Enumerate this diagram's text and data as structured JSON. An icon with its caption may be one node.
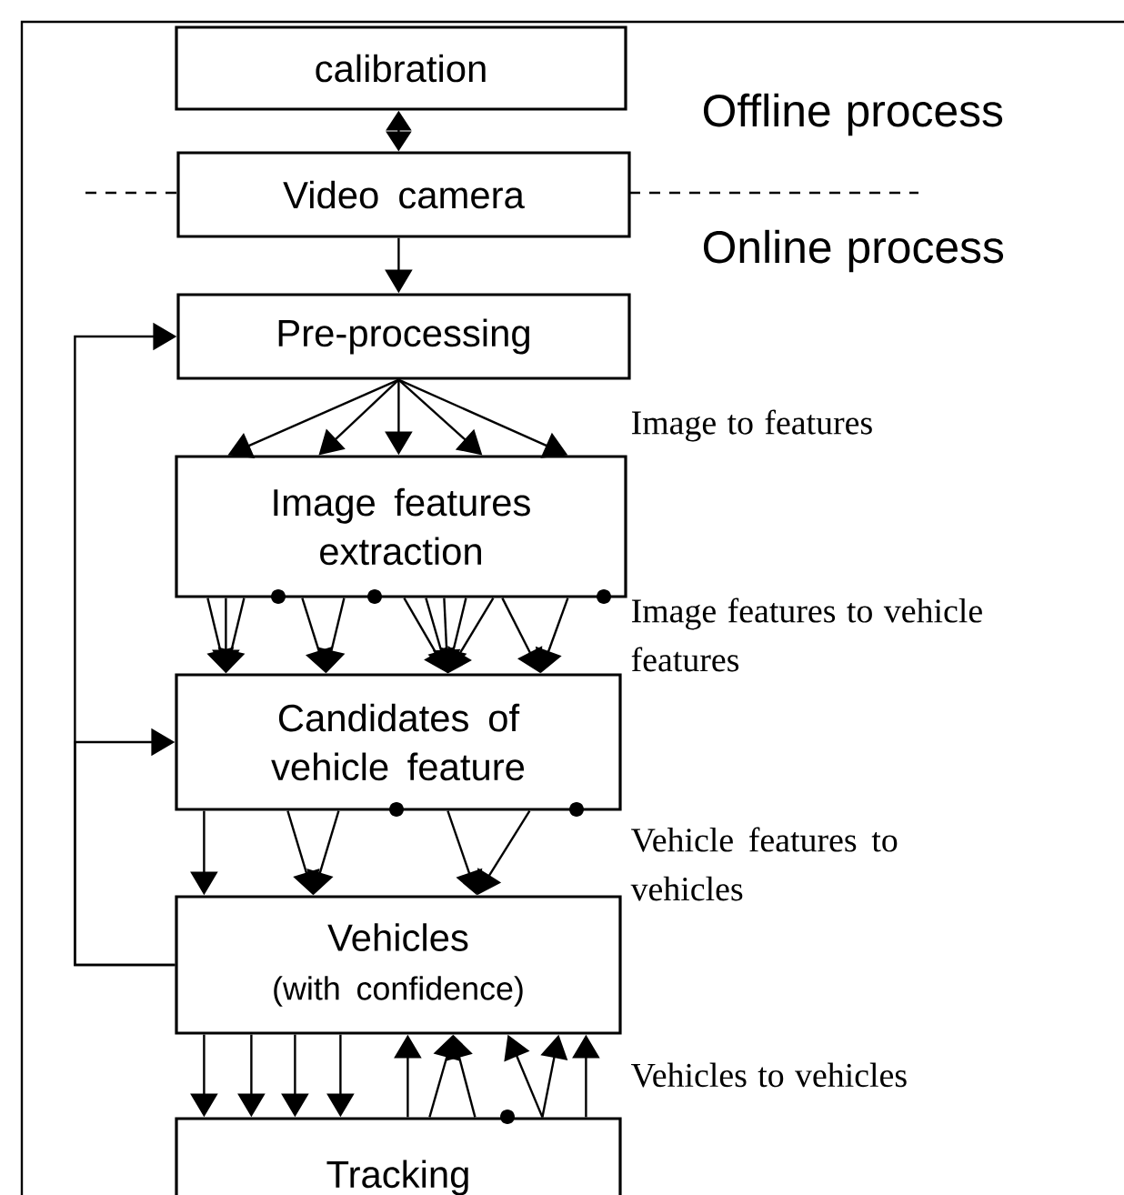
{
  "diagram": {
    "nodes": [
      {
        "text": [
          "calibration"
        ]
      },
      {
        "text": [
          "Video camera"
        ]
      },
      {
        "text": [
          "Pre-processing"
        ]
      },
      {
        "text": [
          "Image features extraction"
        ]
      },
      {
        "text": [
          "Candidates of vehicle feature"
        ]
      },
      {
        "text": [
          "Vehicles",
          "(with confidence)"
        ]
      },
      {
        "text": [
          "Tracking"
        ]
      }
    ],
    "edges": [
      {
        "from": 0,
        "to": 1,
        "arrow": "both"
      },
      {
        "from": 1,
        "to": 2,
        "arrow": "to"
      },
      {
        "from": 2,
        "to": 3,
        "arrow": "to"
      },
      {
        "from": 2,
        "to": 3,
        "arrow": "to"
      },
      {
        "from": 2,
        "to": 3,
        "arrow": "to"
      },
      {
        "from": 2,
        "to": 3,
        "arrow": "to"
      },
      {
        "from": 2,
        "to": 3,
        "arrow": "to"
      },
      {
        "from": 3,
        "to": 4,
        "arrow": "to"
      },
      {
        "from": 3,
        "to": 4,
        "arrow": "to"
      },
      {
        "from": 3,
        "to": 4,
        "arrow": "to"
      },
      {
        "from": 3,
        "to": 4,
        "arrow": "to"
      },
      {
        "from": 3,
        "to": 4,
        "arrow": "to"
      },
      {
        "from": 3,
        "to": 4,
        "arrow": "to"
      },
      {
        "from": 3,
        "to": 4,
        "arrow": "to"
      },
      {
        "from": 3,
        "to": 4,
        "arrow": "to"
      },
      {
        "from": 3,
        "to": 4,
        "arrow": "to"
      },
      {
        "from": 3,
        "to": 4,
        "arrow": "to"
      },
      {
        "from": 3,
        "to": 4,
        "arrow": "to"
      },
      {
        "from": 3,
        "to": 4,
        "arrow": "to"
      },
      {
        "from": 4,
        "to": 5,
        "arrow": "to"
      },
      {
        "from": 4,
        "to": 5,
        "arrow": "to"
      },
      {
        "from": 4,
        "to": 5,
        "arrow": "to"
      },
      {
        "from": 4,
        "to": 5,
        "arrow": "to"
      },
      {
        "from": 4,
        "to": 5,
        "arrow": "to"
      },
      {
        "from": 5,
        "to": 6,
        "arrow": "to"
      },
      {
        "from": 5,
        "to": 6,
        "arrow": "to"
      },
      {
        "from": 5,
        "to": 6,
        "arrow": "to"
      },
      {
        "from": 5,
        "to": 6,
        "arrow": "to"
      },
      {
        "from": 6,
        "to": 5,
        "arrow": "to"
      },
      {
        "from": 6,
        "to": 5,
        "arrow": "to"
      },
      {
        "from": 6,
        "to": 5,
        "arrow": "to"
      },
      {
        "from": 6,
        "to": 5,
        "arrow": "to"
      },
      {
        "from": 6,
        "to": 5,
        "arrow": "to"
      },
      {
        "from": 6,
        "to": 5,
        "arrow": "to"
      },
      {
        "from": 5,
        "to": 2,
        "arrow": "to"
      },
      {
        "from": 5,
        "to": 4,
        "arrow": "to"
      }
    ],
    "labels": [
      "Offline process",
      "Online process",
      "Image to features",
      "Image features to vehicle features",
      "Vehicle features to vehicles",
      "Vehicles to vehicles"
    ]
  }
}
